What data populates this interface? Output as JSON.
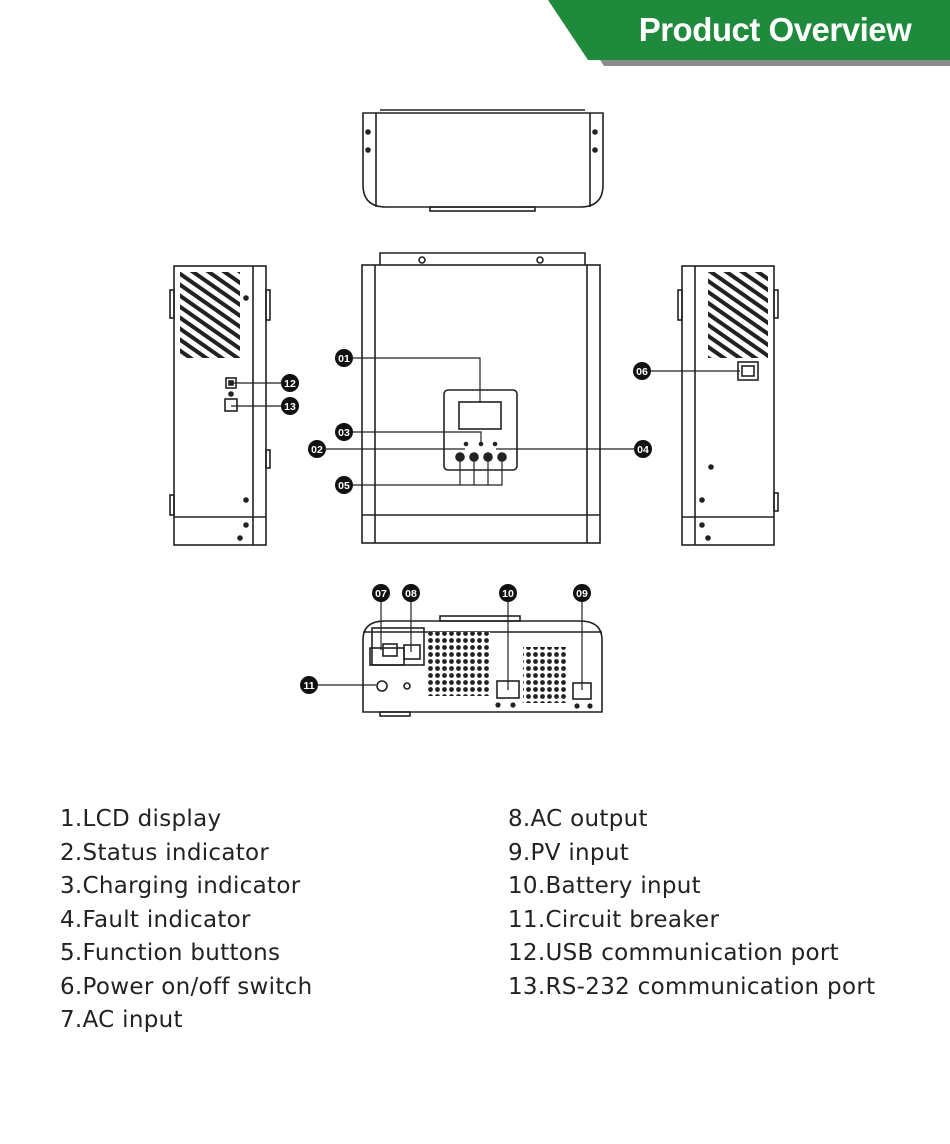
{
  "header": {
    "title": "Product Overview",
    "accent_color": "#1f8a3c",
    "shadow_color": "#8c8c8c"
  },
  "callouts": [
    "01",
    "02",
    "03",
    "04",
    "05",
    "06",
    "07",
    "08",
    "09",
    "10",
    "11",
    "12",
    "13"
  ],
  "legend": {
    "left": [
      "1.LCD display",
      "2.Status indicator",
      "3.Charging indicator",
      "4.Fault indicator",
      "5.Function buttons",
      "6.Power on/off switch",
      "7.AC input"
    ],
    "right": [
      "8.AC output",
      "9.PV input",
      "10.Battery input",
      "11.Circuit breaker",
      "12.USB communication port",
      "13.RS-232 communication port"
    ]
  }
}
